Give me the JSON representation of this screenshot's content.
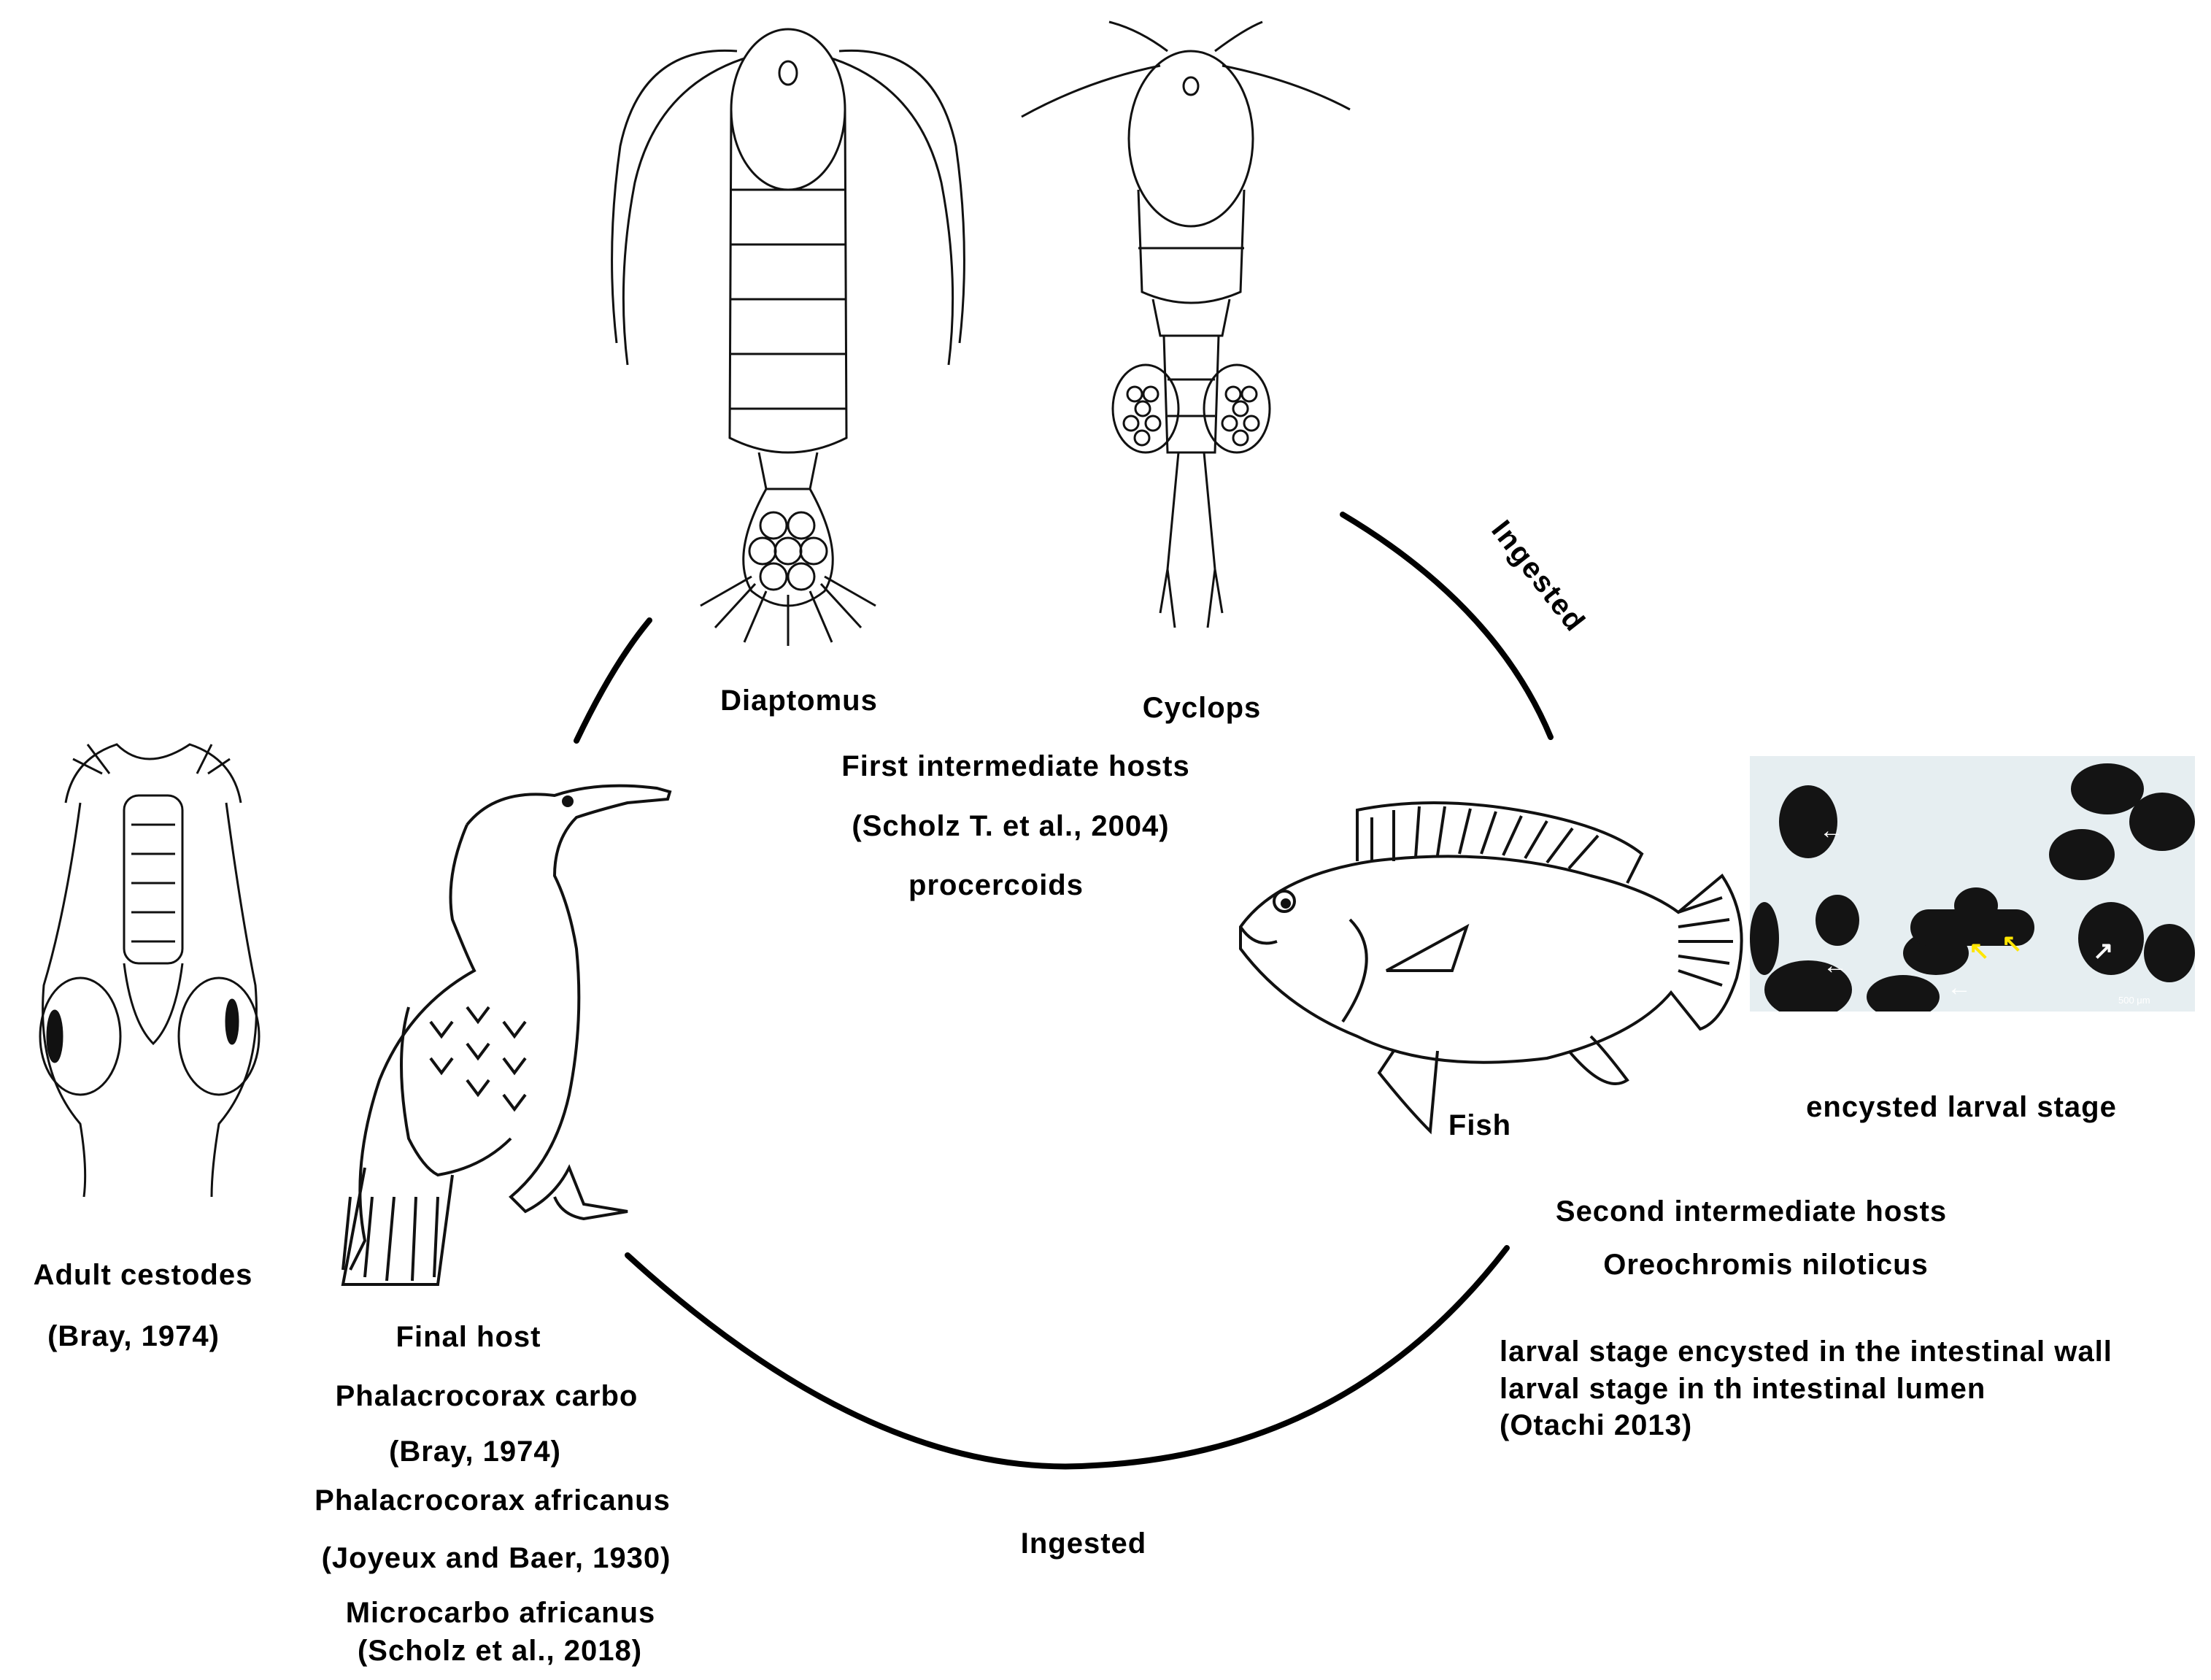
{
  "hosts": {
    "diaptomus": "Diaptomus",
    "cyclops": "Cyclops",
    "fish": "Fish",
    "encysted": "encysted larval stage",
    "adult": "Adult cestodes",
    "adult_ref": "(Bray, 1974)"
  },
  "first_intermediate": {
    "title": "First intermediate hosts",
    "ref": "(Scholz T. et al., 2004)",
    "stage": "procercoids"
  },
  "second_intermediate": {
    "title": "Second intermediate hosts",
    "species": "Oreochromis niloticus",
    "note1": "larval stage encysted in the intestinal wall",
    "note2": "larval stage in th intestinal lumen",
    "ref": "(Otachi 2013)"
  },
  "final_host": {
    "title": "Final host",
    "sp1": "Phalacrocorax carbo",
    "sp1_ref": "(Bray, 1974)",
    "sp2": "Phalacrocorax africanus",
    "sp2_ref": "(Joyeux and Baer, 1930)",
    "sp3": "Microcarbo africanus",
    "sp3_ref": "(Scholz et al., 2018)"
  },
  "arrows": {
    "top_right": "Ingested",
    "bottom": "Ingested"
  },
  "photo": {
    "scale": "500 μm"
  }
}
